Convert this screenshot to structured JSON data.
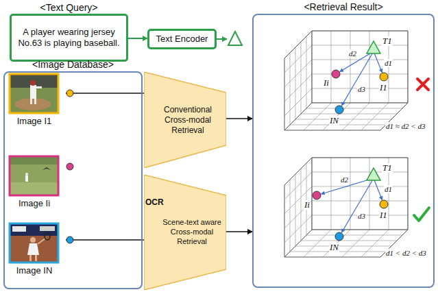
{
  "diagram": {
    "nodes": [
      {
        "text": [
          "<Text Query>",
          "A player wearing jersey No.63 is playing baseball."
        ]
      },
      {
        "text": [
          "Text Encoder"
        ]
      },
      {
        "text": [
          "<Image Database>"
        ]
      },
      {
        "text": [
          "Image I1"
        ],
        "in": 2
      },
      {
        "text": [
          "Image Ii"
        ],
        "in": 2
      },
      {
        "text": [
          "Image IN"
        ],
        "in": 2
      },
      {
        "text": [
          "Conventional Cross-modal Retrieval"
        ]
      },
      {
        "text": [
          "Scene-text aware Cross-modal Retrieval"
        ]
      },
      {
        "text": [
          "<Retrieval Result>"
        ]
      }
    ],
    "edges": [
      {
        "from": 0,
        "to": 1,
        "arrow": "to"
      },
      {
        "from": 3,
        "to": 6,
        "arrow": "none"
      },
      {
        "from": 5,
        "to": 7,
        "arrow": "none"
      },
      {
        "from": 6,
        "to": 8,
        "arrow": "to"
      },
      {
        "from": 7,
        "to": 8,
        "arrow": "to"
      }
    ],
    "labels": [
      "OCR",
      "T1",
      "d2",
      "d1",
      "Ii",
      "I1",
      "d3",
      "IN",
      "d1 ≈ d2 < d3",
      "T1",
      "d2",
      "d1",
      "Ii",
      "I1",
      "d3",
      "IN",
      "d1 < d2 < d3"
    ]
  }
}
